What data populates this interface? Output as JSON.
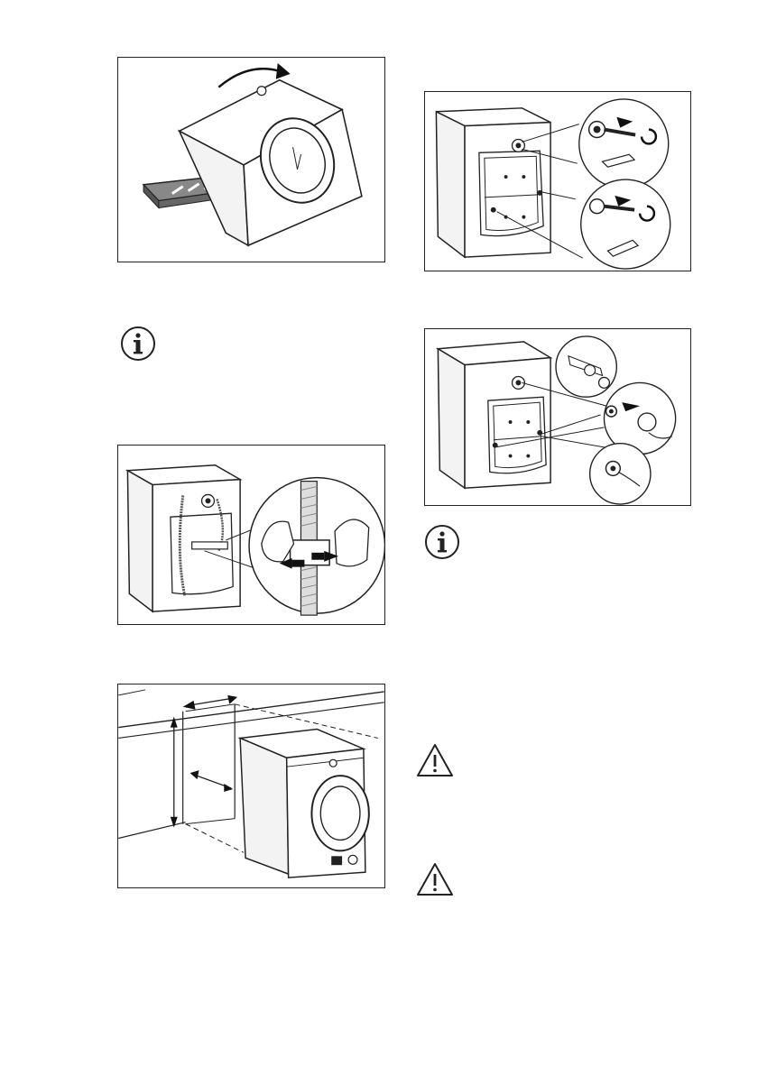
{
  "page": {
    "figures": [
      {
        "id": "tilt-machine",
        "icon": "tilt-machine-illustration"
      },
      {
        "id": "remove-transit-bolts",
        "icon": "transit-bolt-removal-illustration"
      },
      {
        "id": "insert-caps",
        "icon": "plastic-cap-insertion-illustration"
      },
      {
        "id": "release-hose-clamp",
        "icon": "hose-clamp-illustration"
      },
      {
        "id": "install-under-counter",
        "icon": "under-counter-installation-illustration"
      }
    ],
    "notes": [
      {
        "type": "information",
        "icon": "information-icon"
      },
      {
        "type": "information",
        "icon": "information-icon"
      }
    ],
    "warnings": [
      {
        "type": "warning",
        "icon": "warning-triangle-icon"
      },
      {
        "type": "warning",
        "icon": "warning-triangle-icon"
      }
    ]
  }
}
